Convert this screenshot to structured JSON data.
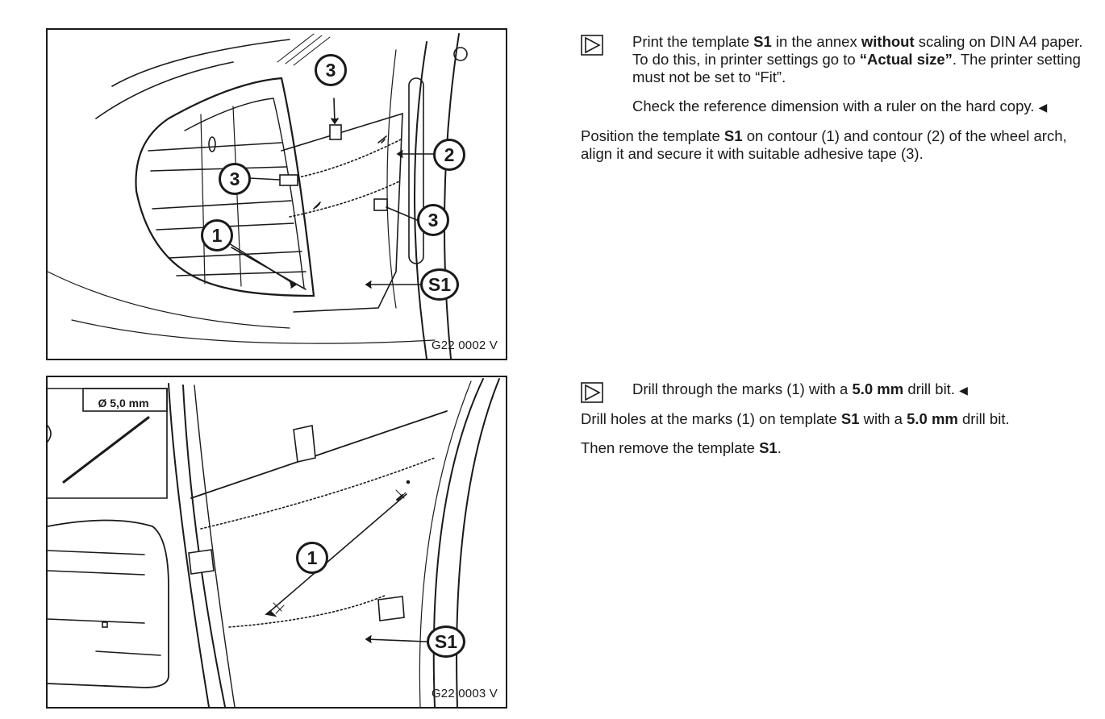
{
  "figure1": {
    "code": "G22 0002 V",
    "callouts": {
      "top_3": "3",
      "left_3": "3",
      "right_2": "2",
      "right_3": "3",
      "left_1": "1",
      "s1": "S1"
    }
  },
  "figure2": {
    "code": "G22 0003 V",
    "drill_label": "Ø 5,0 mm",
    "callouts": {
      "mark_1": "1",
      "s1": "S1"
    }
  },
  "step1": {
    "note_line": {
      "t1": "Print the template ",
      "b1": "S1",
      "t2": " in the annex ",
      "b2": "without",
      "t3": " scaling on DIN A4 paper. To do this, in printer settings go to ",
      "b3": "“Actual size”",
      "t4": ". The printer setting must not be set to “Fit”."
    },
    "check_line": "Check the reference dimension with a ruler on the hard copy.",
    "end_mark": "◀",
    "position_line": {
      "t1": "Position the template ",
      "b1": "S1",
      "t2": " on contour (1) and contour (2) of the wheel arch, align it and secure it with suitable adhesive tape (3)."
    }
  },
  "step2": {
    "note_line": {
      "t1": "Drill through the marks (1) with a ",
      "b1": "5.0 mm",
      "t2": " drill bit."
    },
    "end_mark": "◀",
    "drill_line": {
      "t1": "Drill holes at the marks (1) on template ",
      "b1": "S1",
      "t2": " with a ",
      "b2": "5.0 mm",
      "t3": " drill bit."
    },
    "remove_line": {
      "t1": "Then remove the template ",
      "b1": "S1",
      "t2": "."
    }
  }
}
